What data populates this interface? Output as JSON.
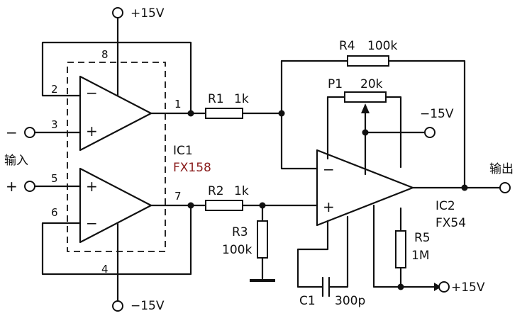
{
  "supplies": {
    "top": "+15V",
    "bottom": "−15V",
    "ic2_neg": "−15V",
    "ic2_pos": "+15V"
  },
  "pins": {
    "p1": "1",
    "p2": "2",
    "p3": "3",
    "p4": "4",
    "p5": "5",
    "p6": "6",
    "p7": "7",
    "p8": "8"
  },
  "input": {
    "label": "输入",
    "minus": "−",
    "plus": "+"
  },
  "output": {
    "label": "输出"
  },
  "ic1": {
    "name": "IC1",
    "part": "FX158"
  },
  "ic2": {
    "name": "IC2",
    "part": "FX54"
  },
  "opamp_signs": {
    "minus": "−",
    "plus": "+"
  },
  "components": {
    "r1": {
      "name": "R1",
      "value": "1k"
    },
    "r2": {
      "name": "R2",
      "value": "1k"
    },
    "r3": {
      "name": "R3",
      "value": "100k"
    },
    "r4": {
      "name": "R4",
      "value": "100k"
    },
    "r5": {
      "name": "R5",
      "value": "1M"
    },
    "p1": {
      "name": "P1",
      "value": "20k"
    },
    "c1": {
      "name": "C1",
      "value": "300p"
    }
  }
}
